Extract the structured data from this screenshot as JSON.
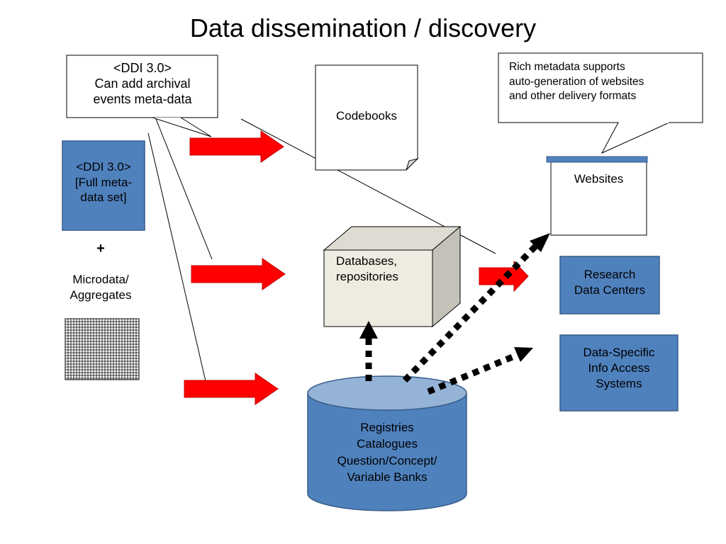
{
  "title": "Data dissemination / discovery",
  "callouts": {
    "archival": "<DDI 3.0>\nCan add archival\nevents meta-data",
    "rich_metadata": "Rich metadata supports\nauto-generation of websites\nand other delivery formats"
  },
  "sources": {
    "ddi_box": "<DDI 3.0>\n[Full meta-\ndata set]",
    "plus": "+",
    "microdata": "Microdata/\nAggregates"
  },
  "outputs": {
    "codebooks": "Codebooks",
    "databases": "Databases,\nrepositories",
    "websites": "Websites",
    "research_data_centers": "Research\nData Centers",
    "data_specific_systems": "Data-Specific\nInfo Access\nSystems",
    "registries": "Registries\nCatalogues\nQuestion/Concept/\nVariable Banks"
  },
  "colors": {
    "box_blue": "#4f81bd",
    "box_blue_border": "#385d8a",
    "cylinder_top": "#95b3d7",
    "arrow_red": "#ff0000",
    "arrow_red_border": "#c00000",
    "cube_face": "#eeece1",
    "cube_side": "#c4c2b8",
    "cube_top": "#dedcd2",
    "website_bar": "#4f81bd"
  }
}
